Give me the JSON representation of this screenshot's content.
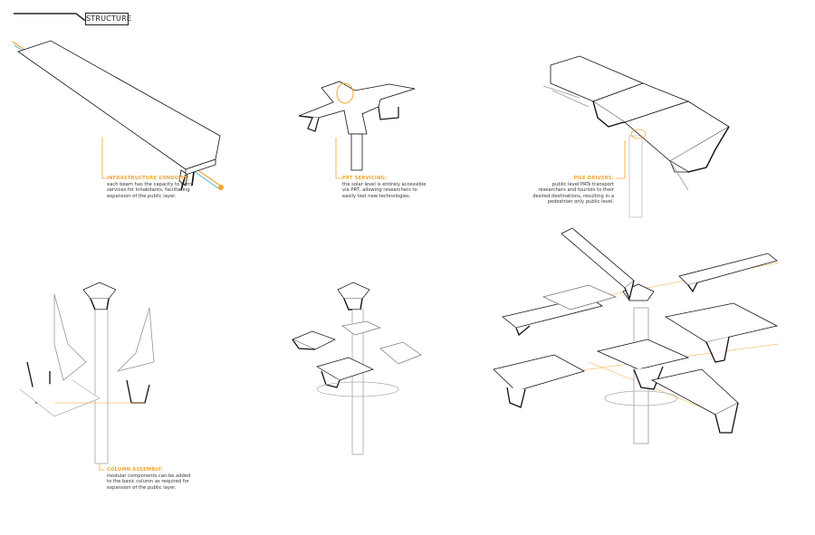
{
  "header": {
    "title": "STRUCTURE"
  },
  "colors": {
    "accent": "#f2a530",
    "conduit_blue": "#4ab0d8",
    "line": "#111111"
  },
  "annotations": [
    {
      "heading": "INFRASTRUCTURE CONDUITS:",
      "lines": [
        "each beam has the capacity to carry",
        "services for inhabitants, facilitating",
        "expansion of the public layer."
      ]
    },
    {
      "heading": "PRT SERVICING:",
      "lines": [
        "the solar level is entirely accessible",
        "via PRT, allowing researchers to",
        "easily test new technologies."
      ]
    },
    {
      "heading": "PILE DRIVERS:",
      "lines": [
        "public  level  PRTs  transport",
        "researchers and tourists to their",
        "desired destinations, resulting in a",
        "pedestrian only public level."
      ]
    },
    {
      "heading": "COLUMN ASSEMBLY:",
      "lines": [
        "modular components can be added",
        "to the basic column as required for",
        "expansion of the public layer."
      ]
    }
  ]
}
